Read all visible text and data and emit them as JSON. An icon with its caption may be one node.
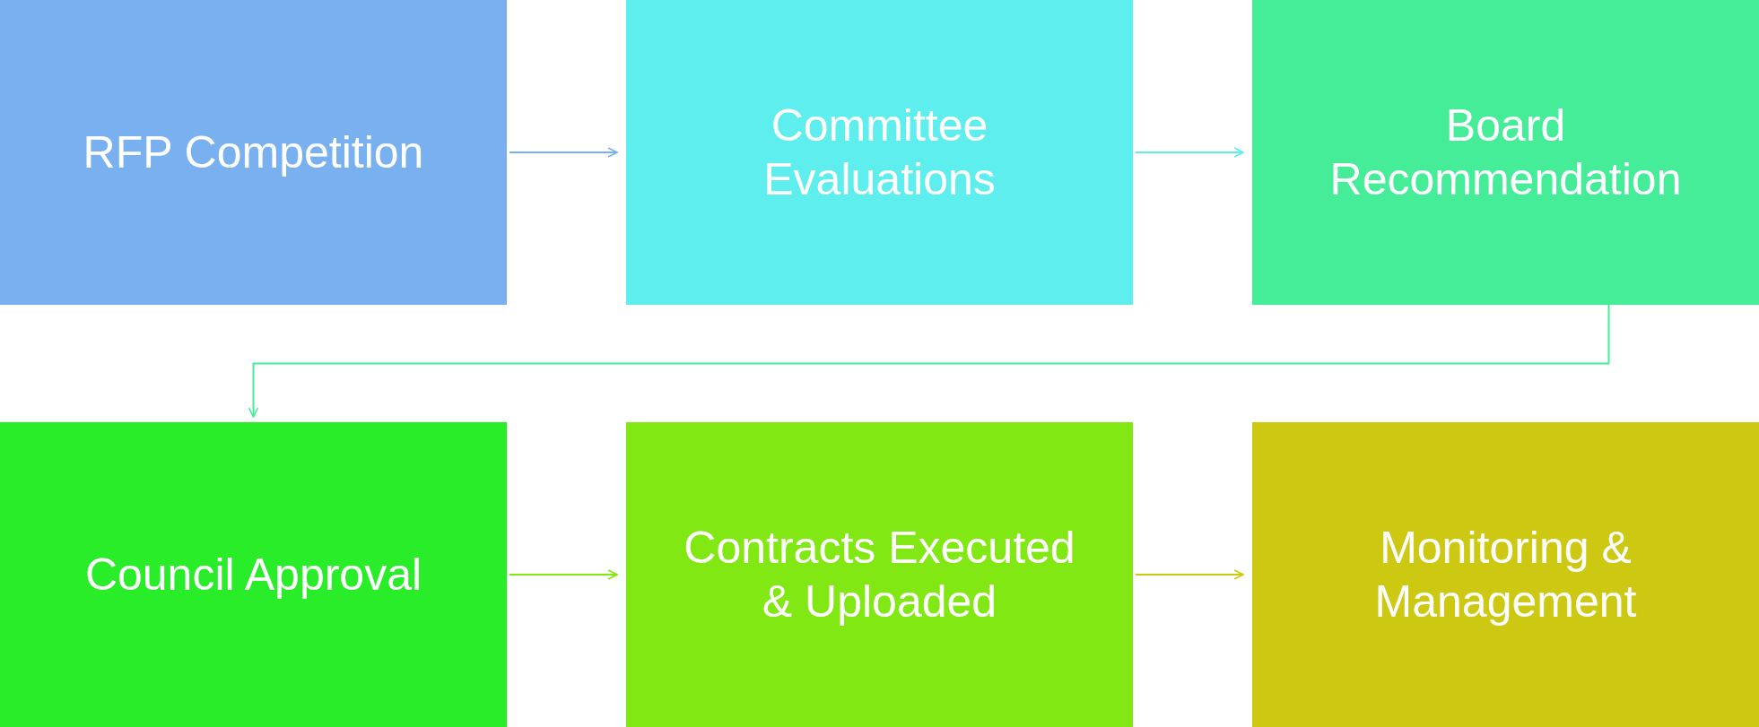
{
  "diagram": {
    "nodes": [
      {
        "text": [
          "RFP Competition"
        ]
      },
      {
        "text": [
          "Committee Evaluations"
        ]
      },
      {
        "text": [
          "Board Recommendation"
        ]
      },
      {
        "text": [
          "Council Approval"
        ]
      },
      {
        "text": [
          "Contracts Executed & Uploaded"
        ]
      },
      {
        "text": [
          "Monitoring & Management"
        ]
      }
    ],
    "edges": [
      {
        "from": 0,
        "to": 1,
        "arrow": "to",
        "color": "#79b1f0"
      },
      {
        "from": 1,
        "to": 2,
        "arrow": "to",
        "color": "#5eeeee"
      },
      {
        "from": 2,
        "to": 3,
        "arrow": "to",
        "color": "#45ed99"
      },
      {
        "from": 3,
        "to": 4,
        "arrow": "to",
        "color": "#82e813"
      },
      {
        "from": 4,
        "to": 5,
        "arrow": "to",
        "color": "#cdc812"
      }
    ]
  }
}
